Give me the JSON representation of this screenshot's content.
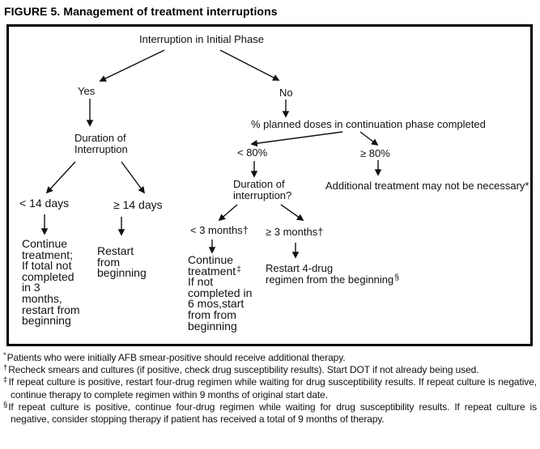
{
  "title": "FIGURE 5. Management of treatment interruptions",
  "flowchart": {
    "nodes": {
      "root": "Interruption in Initial Phase",
      "yes": "Yes",
      "no": "No",
      "duration_initial": "Duration of\nInterruption",
      "lt14": "< 14 days",
      "ge14": "≥ 14 days",
      "continue_initial": "Continue\ntreatment;\nIf total not\ncompleted\nin 3\nmonths,\nrestart from\nbeginning",
      "restart_beginning": "Restart\nfrom\nbeginning",
      "pct_planned": "% planned doses in continuation phase completed",
      "lt80": "< 80%",
      "ge80": "≥ 80%",
      "duration_cont": "Duration of\ninterruption?",
      "additional": "Additional treatment may not be necessary*",
      "lt3mo": "< 3 months†",
      "ge3mo": "≥ 3 months†",
      "continue_cont_pre": "Continue\ntreatment",
      "continue_cont_sup": "‡",
      "continue_cont_post": "\nIf not\ncompleted in\n6 mos,start\nfrom from\nbeginning",
      "restart4_pre": "Restart 4-drug\nregimen from the beginning",
      "restart4_sup": "§"
    }
  },
  "footnotes": [
    {
      "marker": "*",
      "text": "Patients who were initially AFB smear-positive should receive additional therapy."
    },
    {
      "marker": "†",
      "text": "Recheck smears and cultures (if positive, check drug susceptibility results). Start DOT if not already being used."
    },
    {
      "marker": "‡",
      "text": "If repeat culture is positive, restart four-drug regimen while waiting for drug susceptibility results. If repeat culture is negative, continue therapy to complete regimen within 9 months of original start date."
    },
    {
      "marker": "§",
      "text": "If repeat culture is positive, continue four-drug regimen while waiting for drug susceptibility results. If repeat culture is negative, consider stopping therapy if patient has received a total of 9 months of therapy."
    }
  ],
  "colors": {
    "text": "#000000",
    "background": "#ffffff",
    "box_border": "#000000",
    "arrow": "#111111"
  }
}
